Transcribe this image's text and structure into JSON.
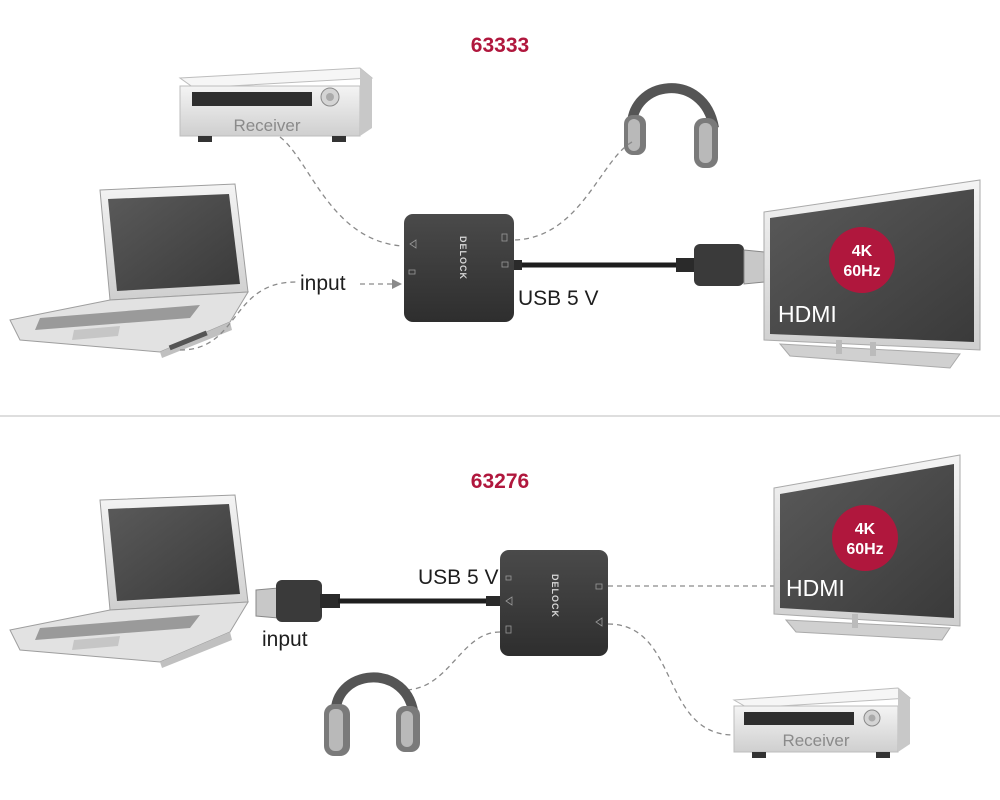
{
  "top": {
    "model": "63333",
    "receiver_label": "Receiver",
    "input_label": "input",
    "usb_label": "USB 5 V",
    "hdmi_label": "HDMI",
    "badge_line1": "4K",
    "badge_line2": "60Hz",
    "brand": "DELOCK"
  },
  "bottom": {
    "model": "63276",
    "receiver_label": "Receiver",
    "input_label": "input",
    "usb_label": "USB 5 V",
    "hdmi_label": "HDMI",
    "badge_line1": "4K",
    "badge_line2": "60Hz",
    "brand": "DELOCK"
  },
  "colors": {
    "brand_red": "#b0173d",
    "adapter": "#3a3a3a",
    "screen": "#4a4a4a",
    "device_silver": "#e6e6e6"
  }
}
